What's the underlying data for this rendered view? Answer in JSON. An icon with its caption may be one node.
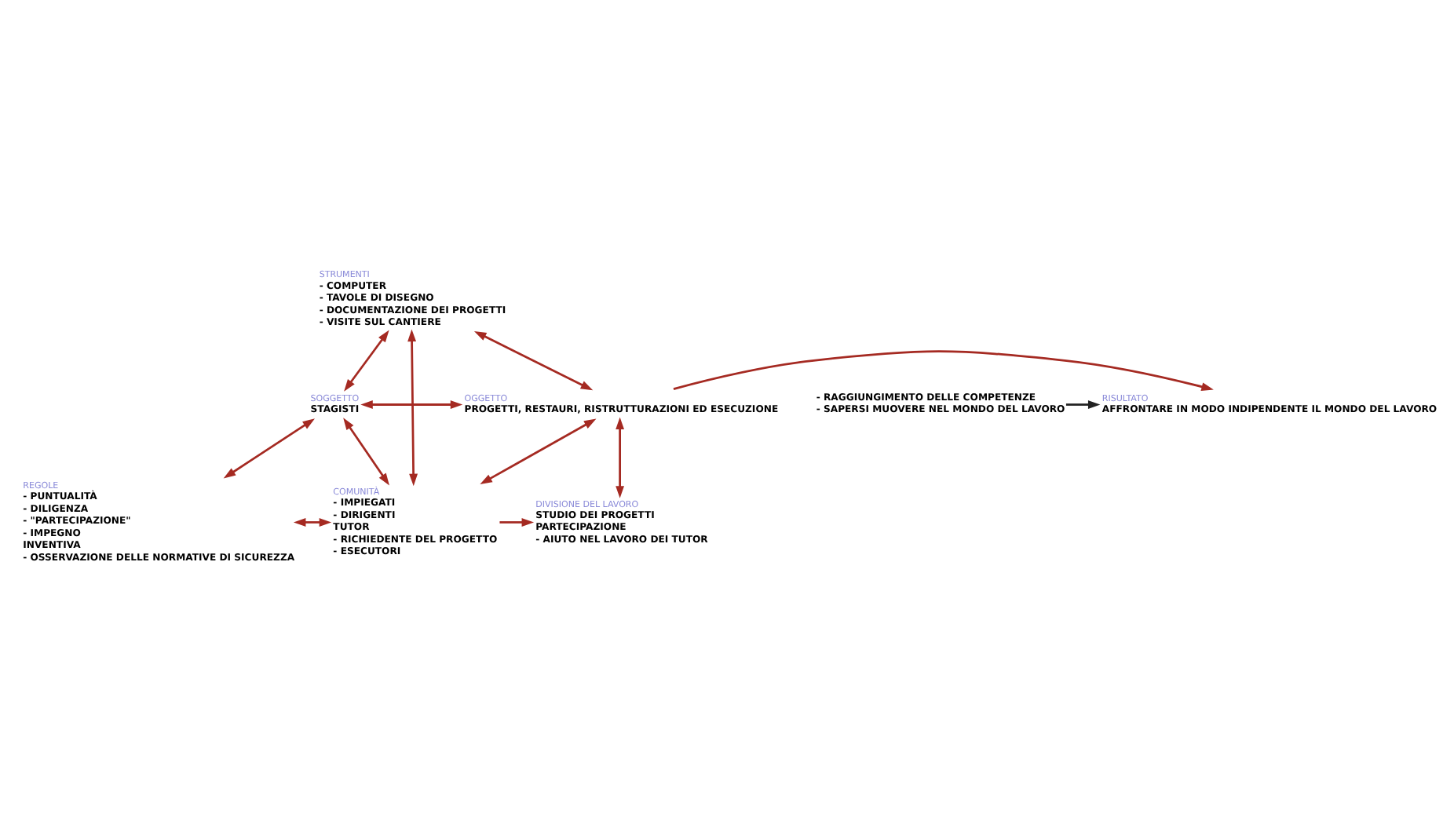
{
  "diagram": {
    "nodes": [
      {
        "text": [
          "STRUMENTI",
          "- COMPUTER",
          "- TAVOLE DI DISEGNO",
          "- DOCUMENTAZIONE DEI PROGETTI",
          "- VISITE SUL CANTIERE"
        ]
      },
      {
        "text": [
          "SOGGETTO",
          "STAGISTI"
        ]
      },
      {
        "text": [
          "OGGETTO",
          "PROGETTI, RESTAURI, RISTRUTTURAZIONI ED ESECUZIONE"
        ]
      },
      {
        "text": [
          "- RAGGIUNGIMENTO DELLE COMPETENZE",
          "- SAPERSI MUOVERE NEL MONDO DEL LAVORO"
        ]
      },
      {
        "text": [
          "RISULTATO",
          "AFFRONTARE IN MODO INDIPENDENTE IL MONDO DEL LAVORO"
        ]
      },
      {
        "text": [
          "REGOLE",
          "- PUNTUALITÀ",
          "- DILIGENZA",
          "- \"PARTECIPAZIONE\"",
          "- IMPEGNO",
          "INVENTIVA",
          "- OSSERVAZIONE DELLE NORMATIVE DI SICUREZZA"
        ]
      },
      {
        "text": [
          "COMUNITÀ",
          "- IMPIEGATI",
          "- DIRIGENTI",
          "TUTOR",
          "- RICHIEDENTE DEL PROGETTO",
          "- ESECUTORI"
        ]
      },
      {
        "text": [
          "DIVISIONE DEL LAVORO",
          "STUDIO DEI PROGETTI",
          "PARTECIPAZIONE",
          "- AIUTO NEL LAVORO DEI TUTOR"
        ]
      }
    ],
    "edges": [
      {
        "from": 0,
        "to": 1,
        "arrow": "both"
      },
      {
        "from": 0,
        "to": 2,
        "arrow": "both"
      },
      {
        "from": 0,
        "to": 6,
        "arrow": "both"
      },
      {
        "from": 1,
        "to": 2,
        "arrow": "both"
      },
      {
        "from": 2,
        "to": 4,
        "arrow": "to"
      },
      {
        "from": 3,
        "to": 4,
        "arrow": "to",
        "color": "#222222"
      },
      {
        "from": 1,
        "to": 5,
        "arrow": "both"
      },
      {
        "from": 1,
        "to": 6,
        "arrow": "both"
      },
      {
        "from": 5,
        "to": 6,
        "arrow": "both"
      },
      {
        "from": 6,
        "to": 2,
        "arrow": "both"
      },
      {
        "from": 2,
        "to": 7,
        "arrow": "both"
      },
      {
        "from": 6,
        "to": 7,
        "arrow": "to"
      }
    ]
  }
}
